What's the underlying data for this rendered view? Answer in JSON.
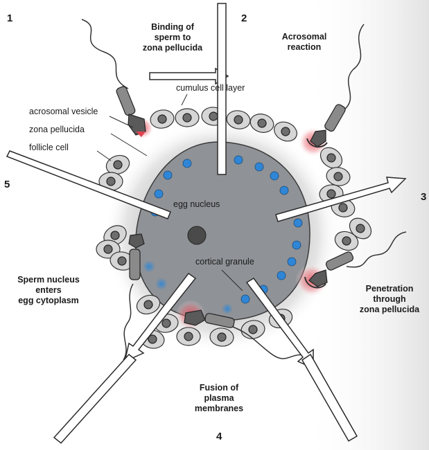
{
  "stages": [
    {
      "number": "1",
      "caption_lines": []
    },
    {
      "number": "2",
      "caption_lines": [
        "Binding of",
        "sperm to",
        "zona pellucida"
      ]
    },
    {
      "number": "3",
      "caption_lines": [
        "Acrosomal",
        "reaction"
      ]
    },
    {
      "number": "4",
      "caption_lines": [
        "Fusion of",
        "plasma",
        "membranes"
      ]
    },
    {
      "number": "5",
      "caption_lines": [
        "Sperm nucleus",
        "enters",
        "egg cytoplasm"
      ]
    }
  ],
  "penetration_caption_lines": [
    "Penetration",
    "through",
    "zona pellucida"
  ],
  "labels": {
    "cumulus_cell_layer": "cumulus cell layer",
    "acrosomal_vesicle": "acrosomal vesicle",
    "zona_pellucida": "zona pellucida",
    "follicle_cell": "follicle cell",
    "egg_nucleus": "egg nucleus",
    "cortical_granule": "cortical granule"
  },
  "colors": {
    "egg_cytoplasm": "#8f9296",
    "cortical_granule": "#2f86d6",
    "acrosome_glow": "#e0424f",
    "cell_fill": "#d6d6d6",
    "cell_nucleus": "#6e6e6e"
  }
}
